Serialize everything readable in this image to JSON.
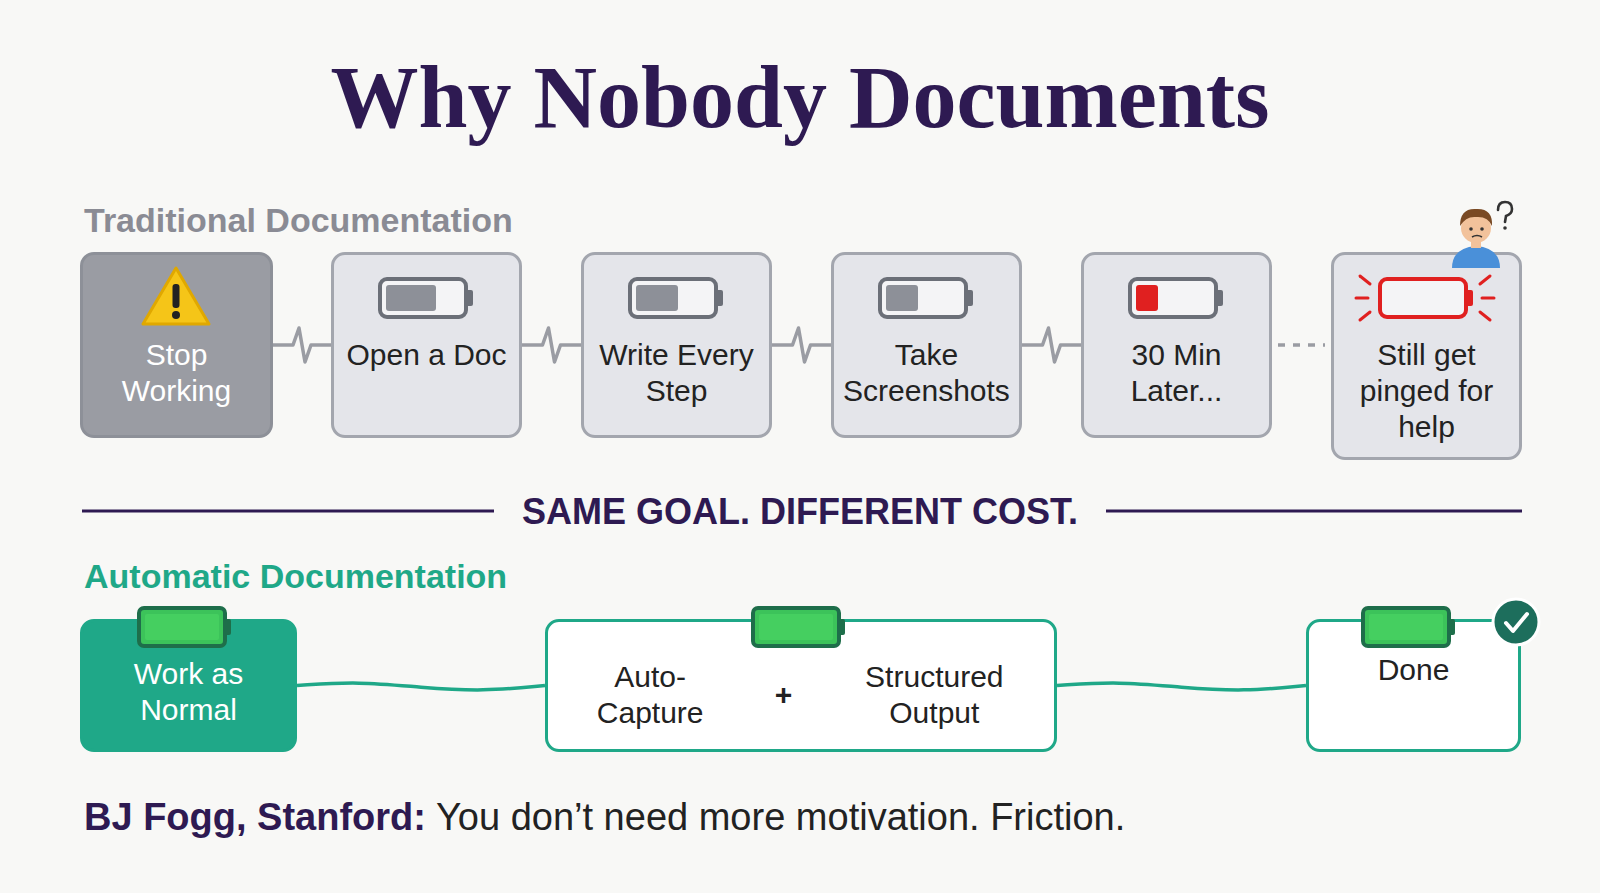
{
  "diagram": {
    "title": "Why Nobody Documents",
    "nodes": [
      {
        "text": [
          "Stop Working"
        ]
      },
      {
        "text": [
          "Open a Doc"
        ]
      },
      {
        "text": [
          "Write Every Step"
        ]
      },
      {
        "text": [
          "Take Screenshots"
        ]
      },
      {
        "text": [
          "30 Min Later..."
        ]
      },
      {
        "text": [
          "Still get pinged for help"
        ]
      },
      {
        "text": [
          "Work as Normal"
        ]
      },
      {
        "text": [
          "Auto-Capture",
          "+",
          "Structured Output"
        ]
      },
      {
        "text": [
          "Done"
        ]
      }
    ],
    "edges": [
      {
        "from": 0,
        "to": 1,
        "arrow": "none"
      },
      {
        "from": 1,
        "to": 2,
        "arrow": "none"
      },
      {
        "from": 2,
        "to": 3,
        "arrow": "none"
      },
      {
        "from": 3,
        "to": 4,
        "arrow": "none"
      },
      {
        "from": 4,
        "to": 5,
        "arrow": "none"
      },
      {
        "from": 6,
        "to": 7,
        "arrow": "none"
      },
      {
        "from": 7,
        "to": 8,
        "arrow": "none"
      }
    ],
    "labels": [
      "Traditional Documentation",
      "SAME GOAL. DIFFERENT COST.",
      "Automatic Documentation",
      "BJ Fogg, Stanford:",
      "You don’t need more motivation. Friction."
    ]
  }
}
